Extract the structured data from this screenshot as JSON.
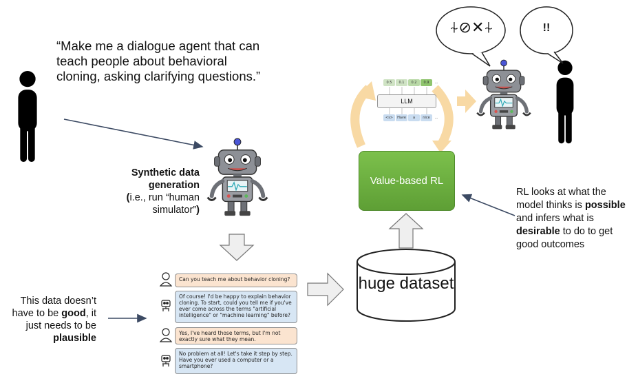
{
  "quote": "“Make me a dialogue agent that can teach people about behavioral cloning, asking clarifying questions.”",
  "synthetic": {
    "bold": "Synthetic data generation",
    "rest": " (i.e., run “human simulator”)",
    "open": "(",
    "middle": "i.e., run “human simulator”",
    "close": ")"
  },
  "data_note": {
    "p1": "This data doesn’t have to be ",
    "b1": "good",
    "p2": ", it just needs to be ",
    "b2": "plausible"
  },
  "rl_note": {
    "p1": "RL looks at what the model thinks is ",
    "b1": "possible",
    "p2": " and infers what is ",
    "b2": "desirable",
    "p3": " to do to get good outcomes"
  },
  "value_rl_label": "Value-based RL",
  "dataset_label": "huge dataset",
  "llm_label": "LLM",
  "llm_top_tokens": [
    "0.5",
    "0.1",
    "0.2",
    "0.9",
    "..."
  ],
  "llm_bottom_tokens": [
    "<s>",
    "Have",
    "a",
    "nice",
    "..."
  ],
  "bubble1_glyphs": "⍭⊘✕⍭",
  "bubble2_text": "!!",
  "dialogue": [
    {
      "role": "user",
      "text": "Can you teach me about behavior cloning?"
    },
    {
      "role": "bot",
      "text": "Of course! I'd be happy to explain behavior cloning. To start, could you tell me if you've ever come across the terms \"artificial intelligence\" or \"machine learning\" before?"
    },
    {
      "role": "user",
      "text": "Yes, I've heard those terms, but I'm not exactly sure what they mean."
    },
    {
      "role": "bot",
      "text": "No problem at all! Let's take it step by step. Have you ever used a computer or a smartphone?"
    }
  ],
  "colors": {
    "arrow": "#3c4a63",
    "green": "#6cae40",
    "orange_arrow": "#f8d9a4",
    "user_bubble": "#fbe4d0",
    "bot_bubble": "#d7e6f4"
  }
}
